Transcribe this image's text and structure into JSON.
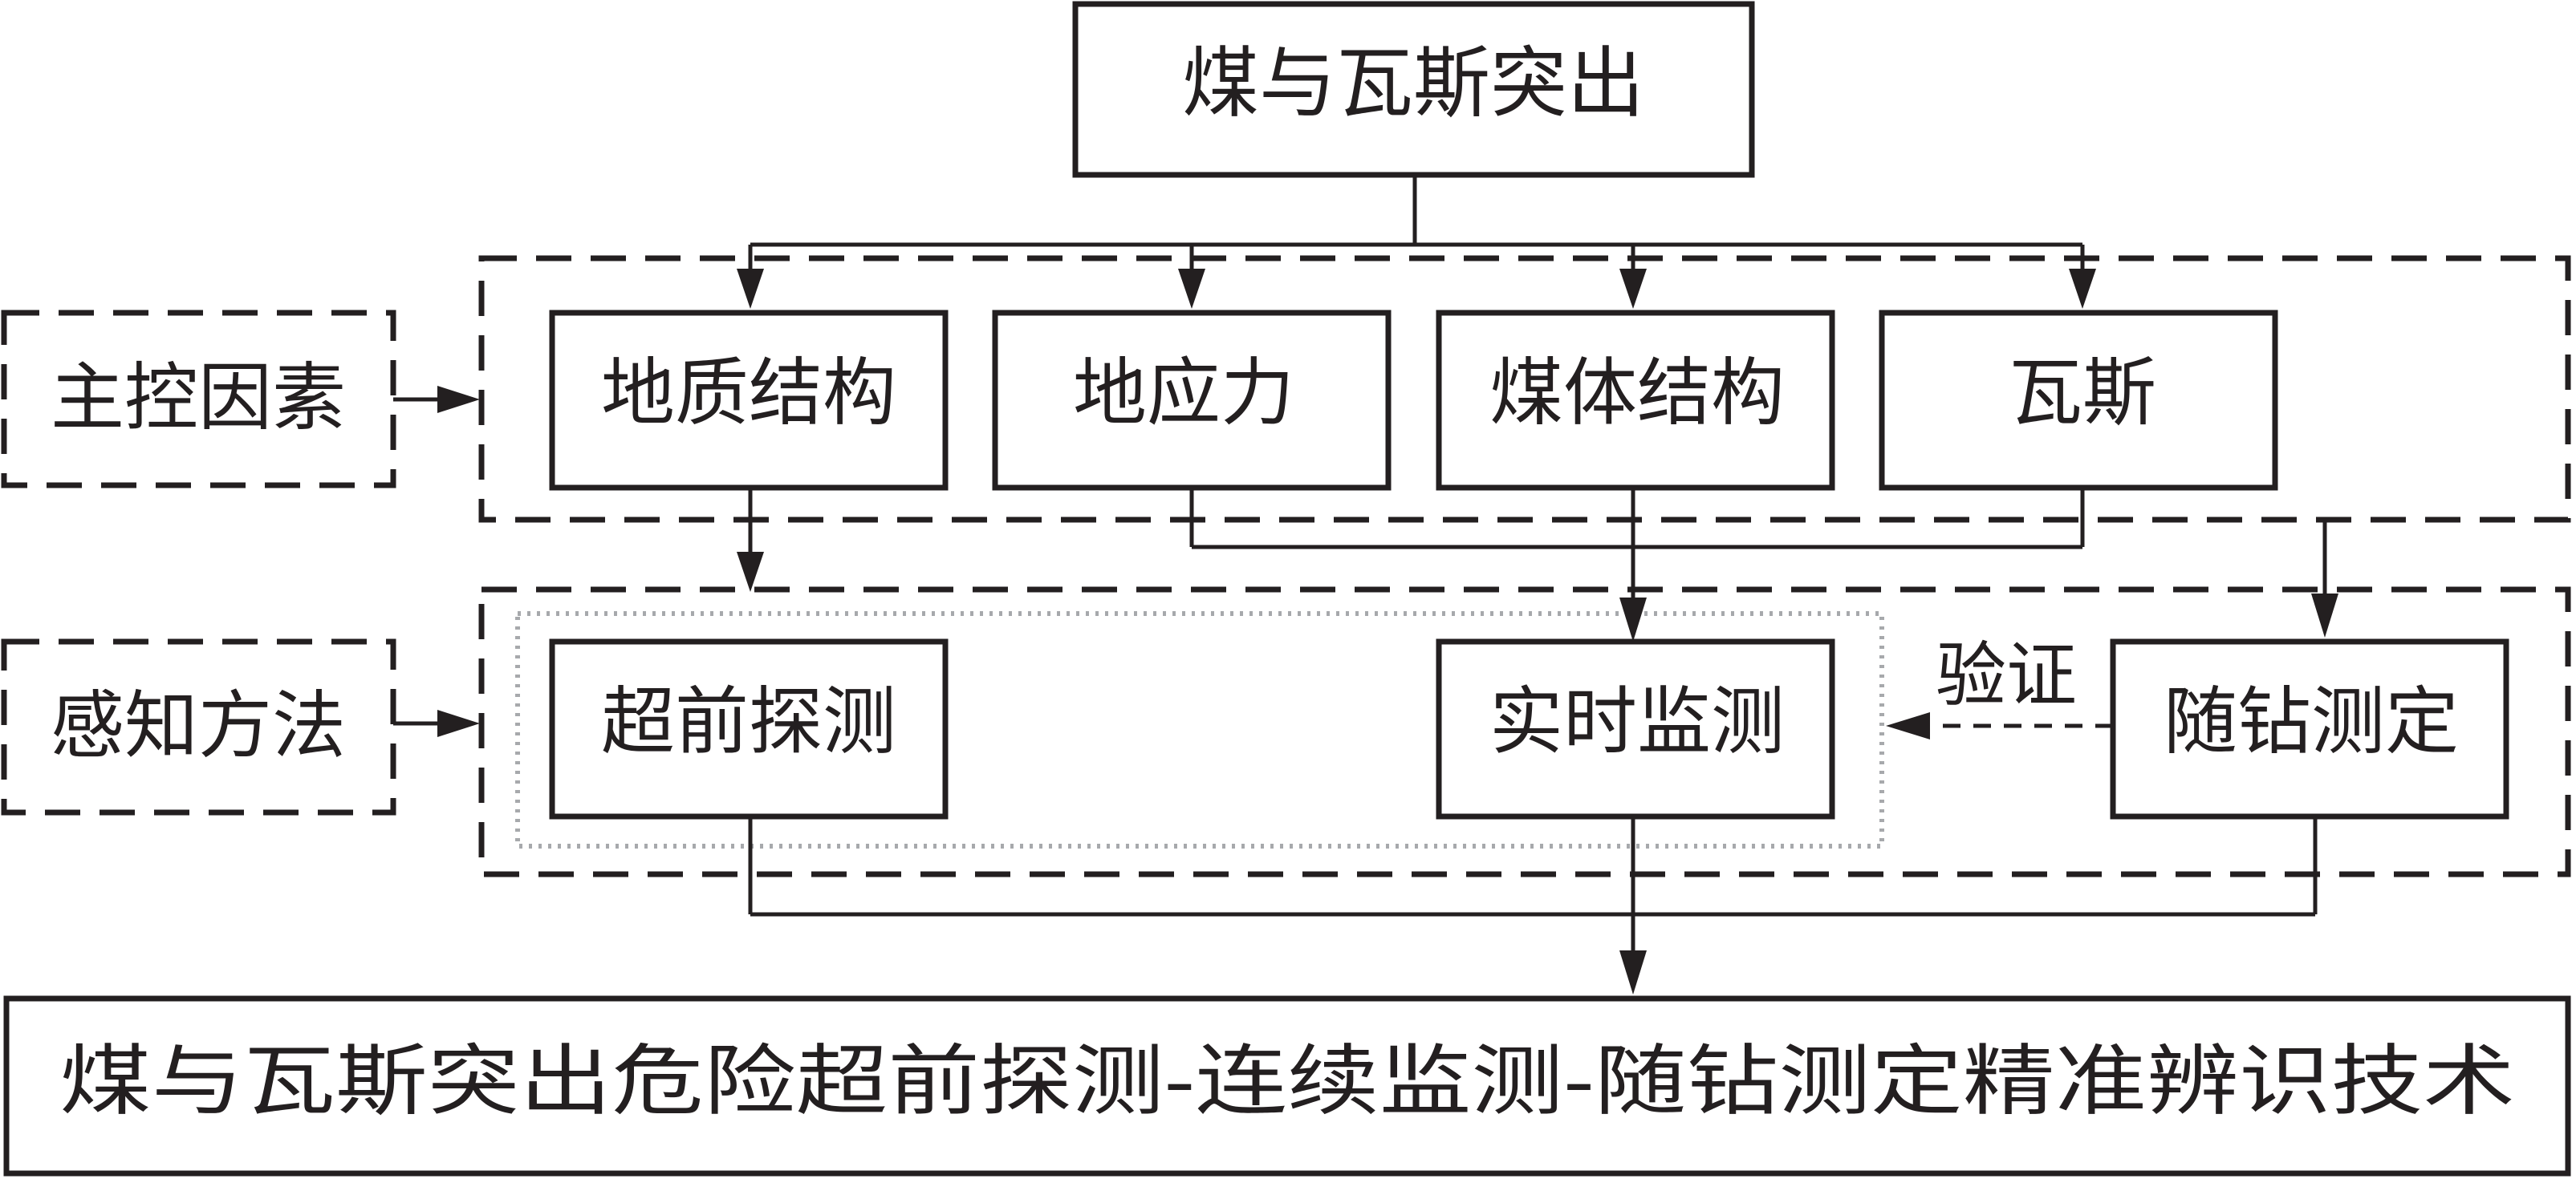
{
  "top": {
    "label": "煤与瓦斯突出"
  },
  "side_labels": {
    "factors": "主控因素",
    "methods": "感知方法"
  },
  "factors": [
    {
      "label": "地质结构"
    },
    {
      "label": "地应力"
    },
    {
      "label": "煤体结构"
    },
    {
      "label": "瓦斯"
    }
  ],
  "methods": [
    {
      "label": "超前探测"
    },
    {
      "label": "实时监测"
    },
    {
      "label": "随钻测定"
    }
  ],
  "verify_label": "验证",
  "bottom": {
    "label": "煤与瓦斯突出危险超前探测-连续监测-随钻测定精准辨识技术"
  },
  "colors": {
    "ink": "#231f20",
    "dotted_border": "#a7a9ac",
    "background": "#ffffff"
  }
}
